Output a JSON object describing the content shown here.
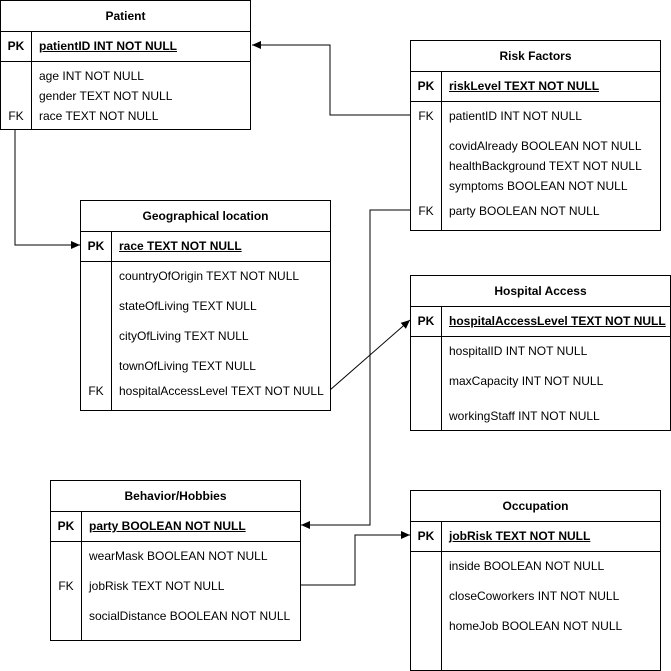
{
  "tables": {
    "patient": {
      "title": "Patient",
      "pk_label": "PK",
      "pk_field": "patientID INT NOT NULL",
      "fields": [
        "age INT NOT NULL",
        "gender TEXT NOT NULL",
        "race TEXT NOT NULL"
      ],
      "fk_label": "FK"
    },
    "risk": {
      "title": "Risk Factors",
      "pk_label": "PK",
      "pk_field": "riskLevel TEXT NOT NULL",
      "fields": [
        "patientID INT NOT NULL",
        "covidAlready BOOLEAN NOT NULL",
        "healthBackground TEXT NOT NULL",
        "symptoms BOOLEAN NOT NULL",
        "party BOOLEAN NOT NULL"
      ],
      "fk_label": "FK"
    },
    "geo": {
      "title": "Geographical location",
      "pk_label": "PK",
      "pk_field": "race TEXT NOT NULL",
      "fields": [
        "countryOfOrigin TEXT NOT NULL",
        "stateOfLiving TEXT NULL",
        "cityOfLiving TEXT NULL",
        "townOfLiving TEXT NULL",
        "hospitalAccessLevel TEXT NOT NULL"
      ],
      "fk_label": "FK"
    },
    "hospital": {
      "title": "Hospital Access",
      "pk_label": "PK",
      "pk_field": "hospitalAccessLevel TEXT NOT NULL",
      "fields": [
        "hospitalID INT NOT NULL",
        "maxCapacity INT NOT NULL",
        "workingStaff INT NOT NULL"
      ]
    },
    "behavior": {
      "title": "Behavior/Hobbies",
      "pk_label": "PK",
      "pk_field": "party BOOLEAN NOT NULL",
      "fields": [
        "wearMask BOOLEAN NOT NULL",
        "jobRisk TEXT NOT NULL",
        "socialDistance BOOLEAN NOT NULL"
      ],
      "fk_label": "FK"
    },
    "occupation": {
      "title": "Occupation",
      "pk_label": "PK",
      "pk_field": "jobRisk TEXT NOT NULL",
      "fields": [
        "inside BOOLEAN NOT NULL",
        "closeCoworkers INT NOT NULL",
        "homeJob BOOLEAN NOT NULL"
      ]
    }
  }
}
